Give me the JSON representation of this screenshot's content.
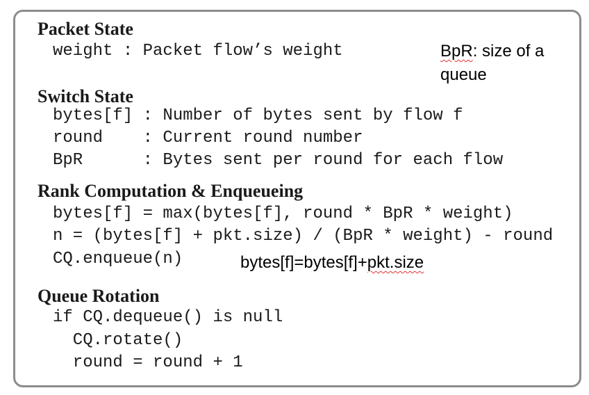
{
  "sections": {
    "packet_state": {
      "title": "Packet State",
      "lines": [
        "weight : Packet flow’s weight"
      ]
    },
    "switch_state": {
      "title": "Switch State",
      "lines": [
        "bytes[f] : Number of bytes sent by flow f",
        "round    : Current round number",
        "BpR      : Bytes sent per round for each flow"
      ]
    },
    "rank_computation": {
      "title": "Rank Computation & Enqueueing",
      "lines": [
        "bytes[f] = max(bytes[f], round * BpR * weight)",
        "n = (bytes[f] + pkt.size) / (BpR * weight) - round",
        "CQ.enqueue(n)"
      ]
    },
    "queue_rotation": {
      "title": "Queue Rotation",
      "lines": [
        "if CQ.dequeue() is null",
        "  CQ.rotate()",
        "  round = round + 1"
      ]
    }
  },
  "annotations": {
    "bpr_note": {
      "term": "BpR",
      "line1_rest": ": size of a",
      "line2": "queue"
    },
    "bytes_update": {
      "prefix": "bytes[f]=bytes[f]+",
      "squiggled": "pkt.size"
    }
  }
}
